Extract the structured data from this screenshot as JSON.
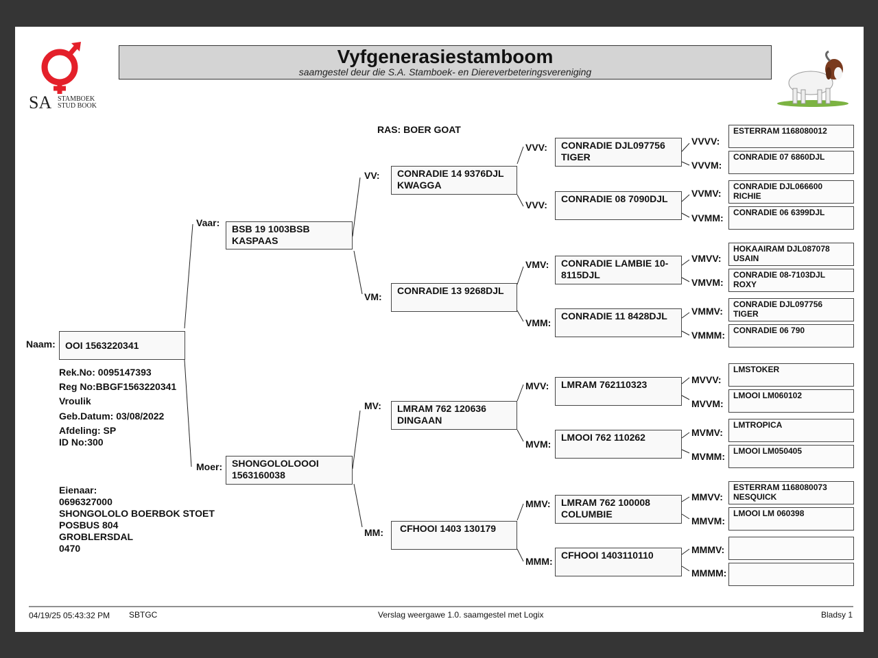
{
  "header": {
    "title": "Vyfgenerasiestamboom",
    "subtitle": "saamgestel deur die S.A. Stamboek- en Diereverbeteringsvereniging"
  },
  "logo": {
    "big": "SA",
    "line1": "STAMBOEK",
    "line2": "STUD BOOK",
    "icon": "sa-studbook-logo-icon"
  },
  "goat_icon": "boer-goat-icon",
  "breed": "RAS: BOER GOAT",
  "animal": {
    "label": "Naam:",
    "name": "OOI 1563220341",
    "details": [
      "Rek.No: 0095147393",
      "Reg No:BBGF1563220341",
      "Vroulik",
      "Geb.Datum: 03/08/2022",
      "Afdeling: SP",
      "ID No:300"
    ]
  },
  "owner": [
    "Eienaar:",
    "0696327000",
    "SHONGOLOLO BOERBOK STOET",
    "POSBUS 804",
    "GROBLERSDAL",
    "0470"
  ],
  "parents": {
    "vaar": {
      "label": "Vaar:",
      "name": "BSB 19 1003BSB KASPAAS"
    },
    "moer": {
      "label": "Moer:",
      "name": "SHONGOLOLOOOI 1563160038"
    }
  },
  "gen3": [
    {
      "label": "VV:",
      "name": "CONRADIE 14 9376DJL KWAGGA"
    },
    {
      "label": "VM:",
      "name": "CONRADIE 13 9268DJL"
    },
    {
      "label": "MV:",
      "name": "LMRAM 762 120636 DINGAAN"
    },
    {
      "label": "MM:",
      "name": "CFHOOI 1403 130179"
    }
  ],
  "gen4": [
    {
      "label": "VVV:",
      "name": "CONRADIE DJL097756 TIGER"
    },
    {
      "label": "VVV:",
      "name": "CONRADIE 08 7090DJL"
    },
    {
      "label": "VMV:",
      "name": "CONRADIE LAMBIE 10-8115DJL"
    },
    {
      "label": "VMM:",
      "name": "CONRADIE 11 8428DJL"
    },
    {
      "label": "MVV:",
      "name": "LMRAM 762110323"
    },
    {
      "label": "MVM:",
      "name": "LMOOI 762 110262"
    },
    {
      "label": "MMV:",
      "name": "LMRAM 762 100008 COLUMBIE"
    },
    {
      "label": "MMM:",
      "name": "CFHOOI 1403110110"
    }
  ],
  "gen5": [
    {
      "label": "VVVV:",
      "name": "ESTERRAM 1168080012"
    },
    {
      "label": "VVVM:",
      "name": "CONRADIE 07 6860DJL"
    },
    {
      "label": "VVMV:",
      "name": "CONRADIE  DJL066600 RICHIE"
    },
    {
      "label": "VVMM:",
      "name": "CONRADIE 06 6399DJL"
    },
    {
      "label": "VMVV:",
      "name": "HOKAAIRAM DJL087078 USAIN"
    },
    {
      "label": "VMVM:",
      "name": "CONRADIE 08-7103DJL ROXY"
    },
    {
      "label": "VMMV:",
      "name": "CONRADIE DJL097756 TIGER"
    },
    {
      "label": "VMMM:",
      "name": "CONRADIE 06 790"
    },
    {
      "label": "MVVV:",
      "name": "LMSTOKER"
    },
    {
      "label": "MVVM:",
      "name": "LMOOI LM060102"
    },
    {
      "label": "MVMV:",
      "name": "LMTROPICA"
    },
    {
      "label": "MVMM:",
      "name": "LMOOI LM050405"
    },
    {
      "label": "MMVV:",
      "name": "ESTERRAM 1168080073 NESQUICK"
    },
    {
      "label": "MMVM:",
      "name": "LMOOI LM 060398"
    },
    {
      "label": "MMMV:",
      "name": ""
    },
    {
      "label": "MMMM:",
      "name": ""
    }
  ],
  "footer": {
    "datetime": "04/19/25 05:43:32 PM",
    "code": "SBTGC",
    "version": "Verslag weergawe 1.0. saamgestel met Logix",
    "page": "Bladsy 1"
  }
}
